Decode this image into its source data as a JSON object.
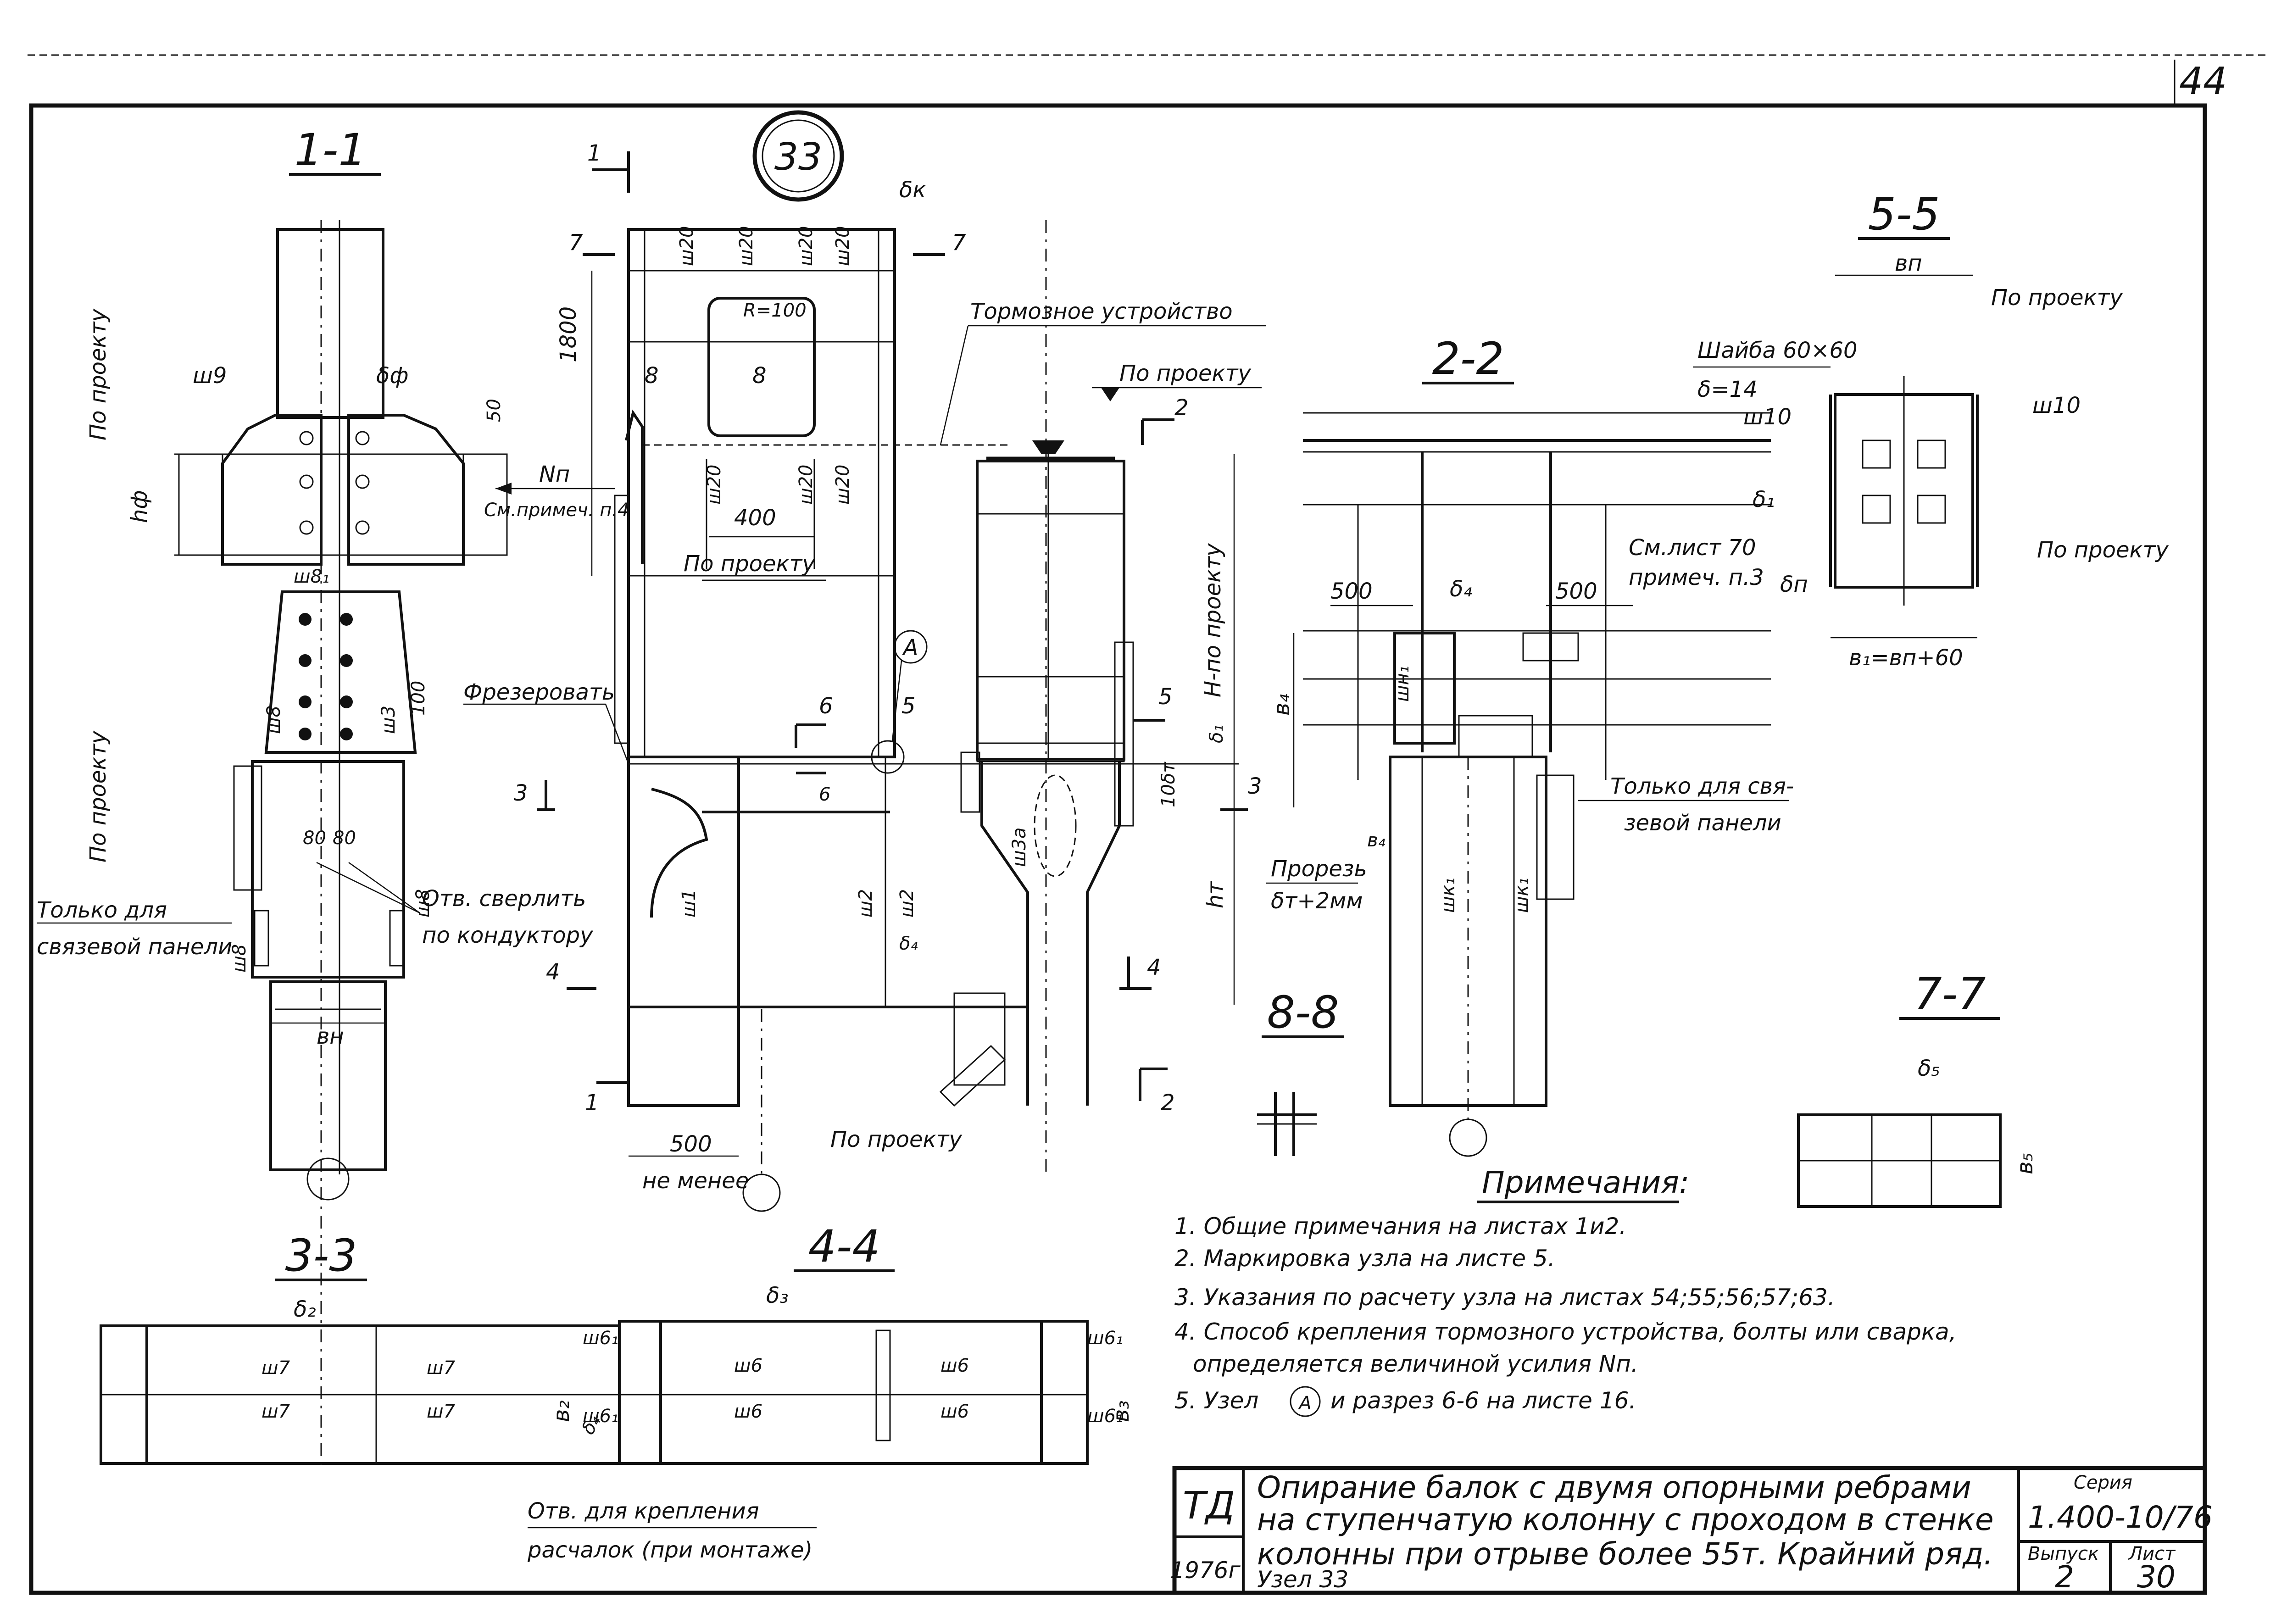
{
  "sheet_number": "44",
  "node_number": "33",
  "sections": {
    "s11": "1-1",
    "s22": "2-2",
    "s55": "5-5",
    "s77": "7-7",
    "s88": "8-8",
    "s33": "3-3",
    "s44": "4-4"
  },
  "labels": {
    "po_proektu": "По проекту",
    "tormoznoe": "Тормозное устройство",
    "frezerovat": "Фрезеровать",
    "otv_sverlit_1": "Отв. сверлить",
    "otv_sverlit_2": "по кондуктору",
    "tolko_svyaz_1": "Только для",
    "tolko_svyaz_2": "связевой панели",
    "tolko_svyaz_b1": "Только для свя-",
    "tolko_svyaz_b2": "зевой панели",
    "sm_primech": "См.примеч. п.4",
    "sm_list70_1": "См.лист 70",
    "sm_list70_2": "примеч. п.3",
    "prorez": "Прорезь",
    "prorez_dim": "δт+2мм",
    "shaiba_1": "Шайба 60×60",
    "shaiba_2": "δ=14",
    "b1_formula": "в₁=вп+60",
    "ne_menee": "не менее",
    "h_proektu": "Н-по проекту",
    "otv_rasch_1": "Отв. для крепления",
    "otv_rasch_2": "расчалок (при монтаже)",
    "np": "Nп",
    "bn": "вн",
    "bp": "вп",
    "hf": "hф",
    "ht": "hт",
    "r100": "R=100",
    "d1800": "1800",
    "d400": "400",
    "d500": "500",
    "d80": "80",
    "d50": "50",
    "d100": "100",
    "d10dt": "10δт",
    "a_node": "А",
    "sh1": "ш1",
    "sh2": "ш2",
    "sh3": "ш3",
    "sh3a": "ш3а",
    "sh6": "ш6",
    "sh61": "ш6₁",
    "sh7": "ш7",
    "sh8": "ш8",
    "sh81": "ш8₁",
    "sh9": "ш9",
    "sh10": "ш10",
    "sh20": "ш20",
    "shk1": "шк₁",
    "shn1": "шн₁",
    "df": "δф",
    "dk": "δк",
    "d1": "δ₁",
    "d2": "δ₂",
    "d3": "δ₃",
    "d4": "δ₄",
    "d5": "δ₅",
    "dp": "δп",
    "b1": "в₁",
    "b2": "в₂",
    "b3": "в₃",
    "b4": "в₄",
    "b5": "в₅"
  },
  "notes": {
    "title": "Примечания:",
    "items": [
      "1. Общие примечания на листах 1и2.",
      "2. Маркировка узла на листе 5.",
      "3. Указания по расчету узла на листах 54;55;56;57;63.",
      "4. Способ крепления тормозного устройства, болты или сварка,",
      "определяется величиной усилия Nп.",
      "5. Узел",
      "и разрез 6-6 на листе 16."
    ],
    "note5_ref": "А"
  },
  "title_block": {
    "org": "ТД",
    "year": "1976г.",
    "title_lines": [
      "Опирание балок с двумя опорными ребрами",
      "на ступенчатую колонну с проходом в стенке",
      "колонны при отрыве более 55т. Крайний ряд.",
      "Узел 33"
    ],
    "series_label": "Серия",
    "series_value": "1.400-10/76",
    "issue_label": "Выпуск",
    "issue_value": "2",
    "sheet_label": "Лист",
    "sheet_value": "30"
  }
}
